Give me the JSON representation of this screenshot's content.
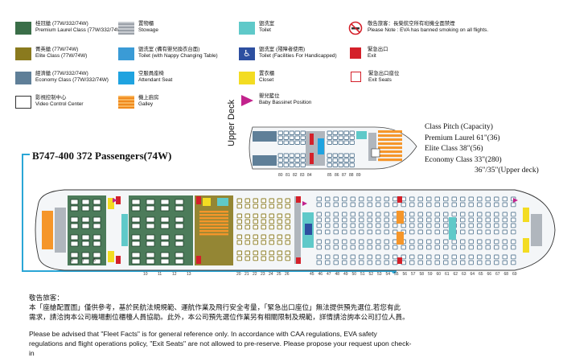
{
  "legend": {
    "premium_laurel": {
      "cn": "桂冠艙 (77W/332/74W)",
      "en": "Premium Laurel Class (77W/332/74W)",
      "color": "#3a6e48"
    },
    "elite": {
      "cn": "菁英艙 (77W/74W)",
      "en": "Elite Class (77W/74W)",
      "color": "#8a7a1e"
    },
    "economy": {
      "cn": "經濟艙 (77W/332/74W)",
      "en": "Economy Class (77W/332/74W)",
      "color": "#5f7f98"
    },
    "video_control": {
      "cn": "影視控制中心",
      "en": "Video Control Center",
      "color": "#ffffff"
    },
    "stowage": {
      "cn": "置物櫃",
      "en": "Stowage",
      "color": "#b0b6bd"
    },
    "toilet_nappy": {
      "cn": "盥洗室 (備有嬰兒換衣台面)",
      "en": "Toilet (with Nappy Changing Table)",
      "color": "#3a9bd6"
    },
    "attendant_seat": {
      "cn": "空服員座椅",
      "en": "Attendant Seat",
      "color": "#1fa3e0"
    },
    "galley": {
      "cn": "機上廚房",
      "en": "Galley",
      "color": "#f5962a"
    },
    "toilet": {
      "cn": "盥洗室",
      "en": "Toilet",
      "color": "#5fc9c9"
    },
    "toilet_handicapped": {
      "cn": "盥洗室 (殘障者使用)",
      "en": "Toilet (Facilities For Handicapped)",
      "color": "#2d4fa0"
    },
    "closet": {
      "cn": "置衣櫃",
      "en": "Closet",
      "color": "#f3dc22"
    },
    "bassinet": {
      "cn": "嬰兒籃位",
      "en": "Baby Bassinet Position",
      "color": "#c2228c"
    },
    "no_smoking": {
      "cn": "敬告旅客：長榮航空所有班機全面禁煙",
      "en": "Please Note : EVA has banned smoking on all flights."
    },
    "exit": {
      "cn": "緊急出口",
      "en": "Exit",
      "color": "#d4202a"
    },
    "exit_seats": {
      "cn": "緊急出口座位",
      "en": "Exit Seats",
      "color": "#d4202a"
    }
  },
  "aircraft_title": "B747-400 372 Passengers(74W)",
  "upper_deck_label": "Upper Deck",
  "class_table": {
    "header": "Class   Pitch (Capacity)",
    "rows": [
      "Premium Laurel  61\"(36)",
      "Elite Class   38\"(56)",
      "Economy Class   33\"(280)",
      "36\"/35\"(Upper deck)"
    ]
  },
  "upper_rows": [
    "80",
    "81",
    "82",
    "83",
    "84",
    "85",
    "86",
    "87",
    "88",
    "89"
  ],
  "main_rows_left": [
    "6",
    "7",
    "8"
  ],
  "main_rows_mid": [
    "10",
    "11",
    "12",
    "13"
  ],
  "main_rows_elite": [
    "20",
    "21",
    "22",
    "23",
    "24",
    "25",
    "26"
  ],
  "main_rows_economy": [
    "45",
    "46",
    "47",
    "48",
    "49",
    "50",
    "51",
    "52",
    "53",
    "54",
    "55",
    "56",
    "57",
    "58",
    "59",
    "60",
    "61",
    "62",
    "63",
    "64",
    "65",
    "66",
    "67",
    "68",
    "69"
  ],
  "notice": {
    "cn_heading": "敬告旅客：",
    "cn_line1": "本「座艙配置圖」僅供參考，基於民航法規規範、運航作業及飛行安全考量，「緊急出口座位」無法提供預先選位,若您有此",
    "cn_line2": "需求，請洽詢本公司機場劃位櫃檯人員協助。此外，本公司預先選位作業另有相關限制及規範，詳情請洽詢本公司訂位人員。",
    "en_line1": "Please be advised that \"Fleet Facts\" is for general reference only. In accordance with CAA regulations, EVA safety",
    "en_line2": "regulations and flight operations policy, \"Exit Seats\" are not allowed to pre-reserve. Please propose your request upon check-",
    "en_line3": "in"
  }
}
